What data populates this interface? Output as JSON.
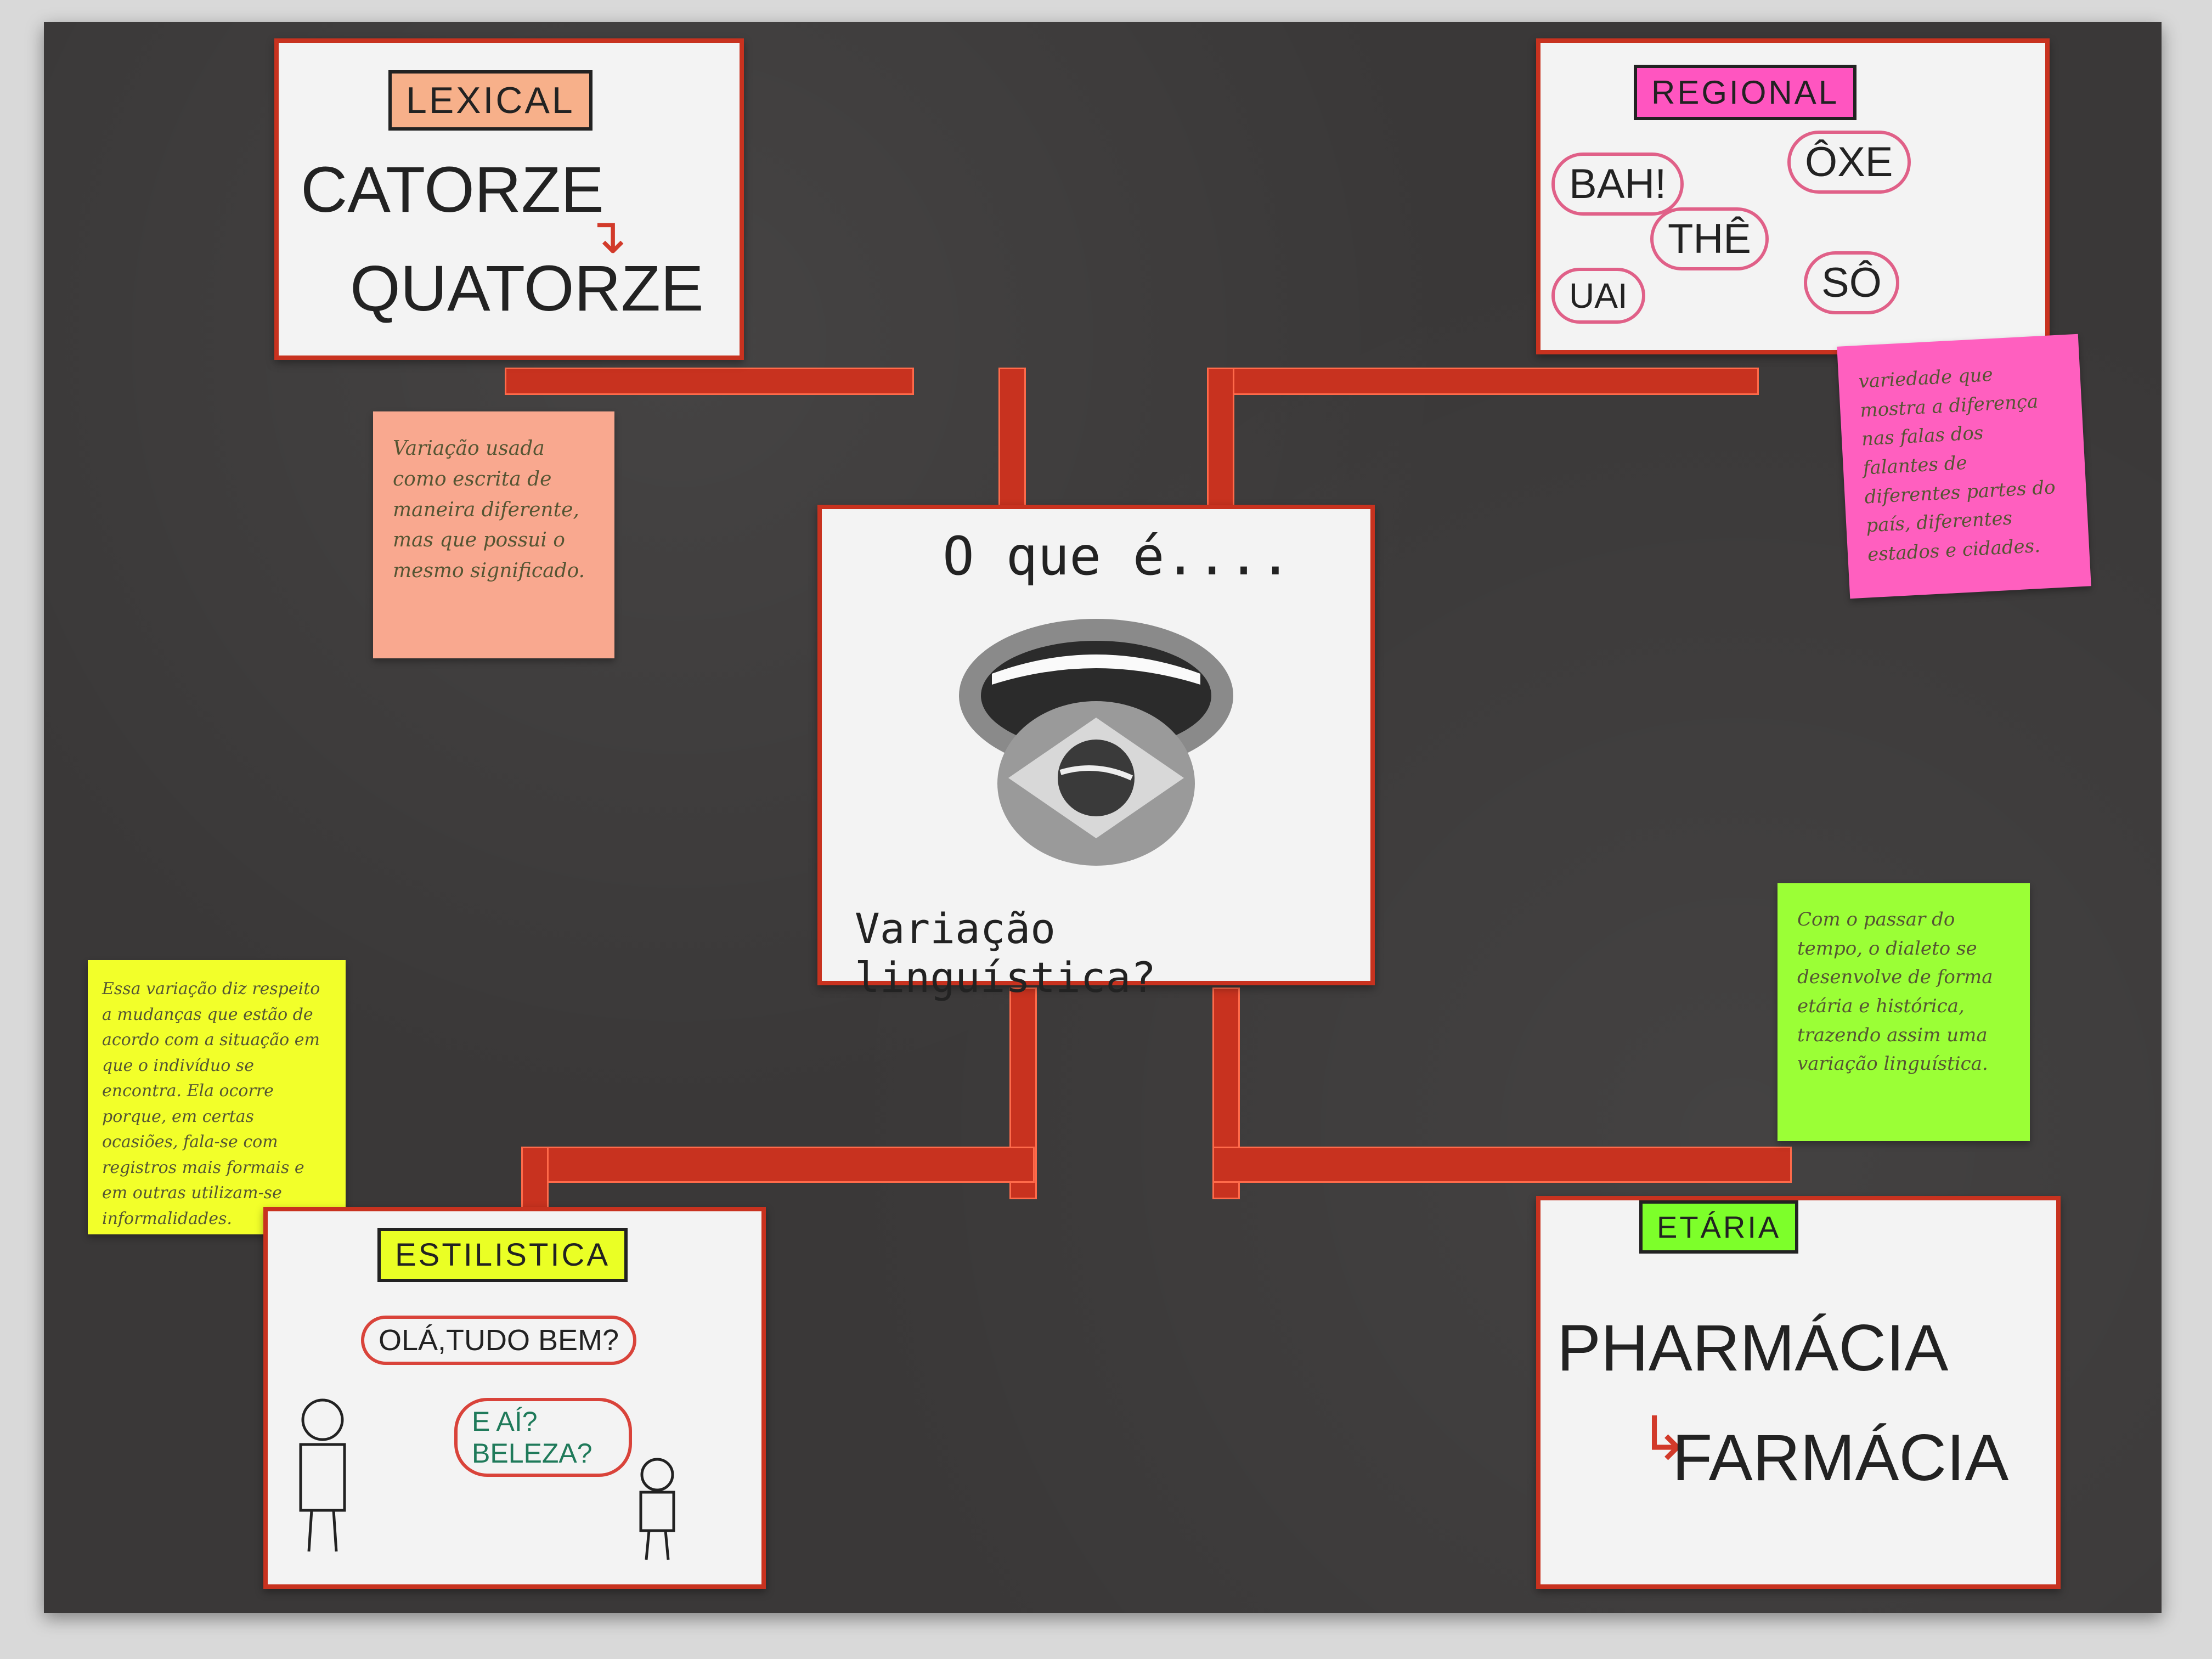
{
  "center": {
    "line1": "O que é....",
    "line2": "Variação linguística?"
  },
  "lexical": {
    "tag": "LEXICAL",
    "word1": "CATORZE",
    "word2": "QUATORZE",
    "note": "Variação usada como escrita de maneira diferente, mas que possui o mesmo significado."
  },
  "regional": {
    "tag": "REGIONAL",
    "words": [
      "BAH!",
      "ÔXE",
      "THÊ",
      "UAI",
      "SÔ"
    ],
    "note": "variedade que mostra a diferença nas falas dos falantes de diferentes partes do país, diferentes estados e cidades."
  },
  "estilistica": {
    "tag": "ESTILISTICA",
    "speech1": "OLÁ,TUDO BEM?",
    "speech2": "E AÍ? BELEZA?",
    "note": "Essa variação diz respeito a mudanças que estão de acordo com a situação em que o indivíduo se encontra. Ela ocorre porque, em certas ocasiões, fala-se com registros mais formais e em outras utilizam-se informalidades."
  },
  "etaria": {
    "tag": "ETÁRIA",
    "word1": "PHARMÁCIA",
    "word2": "FARMÁCIA",
    "note": "Com o passar do tempo, o dialeto se desenvolve de forma etária e histórica, trazendo assim uma variação linguística."
  }
}
